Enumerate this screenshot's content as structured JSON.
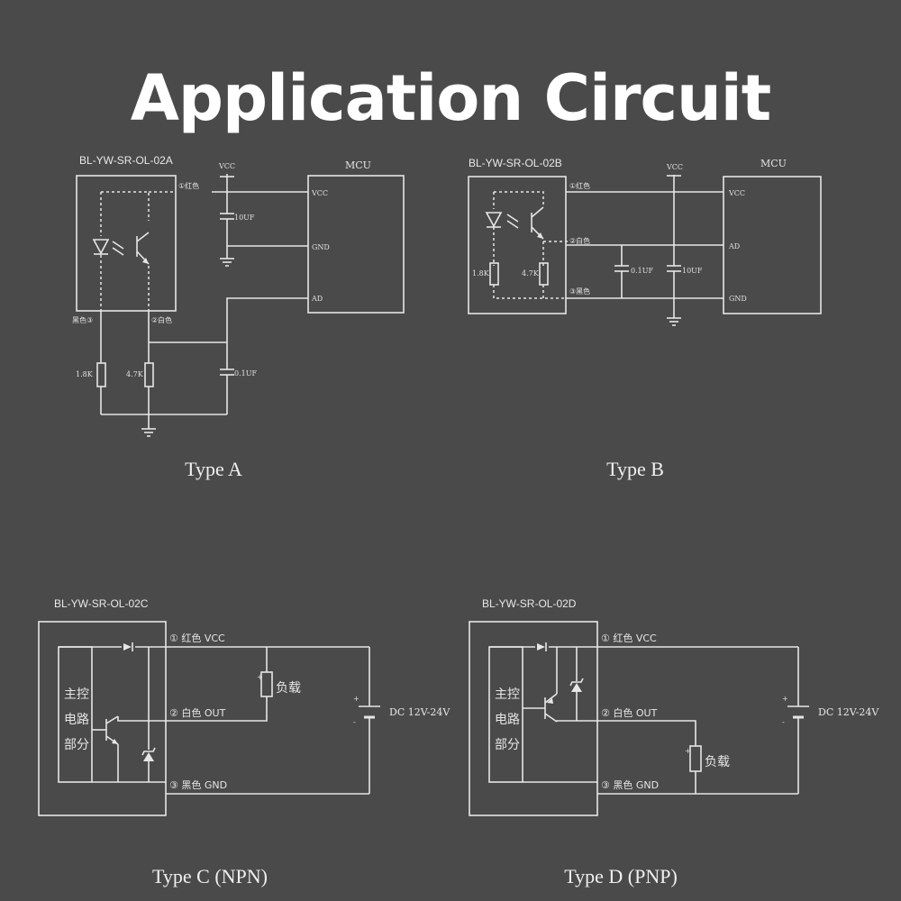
{
  "title": "Application Circuit",
  "circuits": {
    "a": {
      "model": "BL-YW-SR-OL-02A",
      "caption": "Type A",
      "vcc": "VCC",
      "mcu": "MCU",
      "pins": {
        "vcc": "VCC",
        "gnd": "GND",
        "ad": "AD"
      },
      "wires": {
        "red": "①红色",
        "white": "②白色",
        "black": "黑色③"
      },
      "components": {
        "c_big": "10UF",
        "c_small": "0.1UF",
        "r1": "1.8K",
        "r2": "4.7K"
      }
    },
    "b": {
      "model": "BL-YW-SR-OL-02B",
      "caption": "Type B",
      "vcc": "VCC",
      "mcu": "MCU",
      "pins": {
        "vcc": "VCC",
        "ad": "AD",
        "gnd": "GND"
      },
      "wires": {
        "red": "①红色",
        "white": "②白色",
        "black": "③黑色"
      },
      "components": {
        "c_small": "0.1UF",
        "c_big": "10UF",
        "r1": "1.8K",
        "r2": "4.7K"
      }
    },
    "c": {
      "model": "BL-YW-SR-OL-02C",
      "caption": "Type C (NPN)",
      "block": [
        "主控",
        "电路",
        "部分"
      ],
      "wires": {
        "red": "① 红色 VCC",
        "white": "② 白色 OUT",
        "black": "③ 黑色 GND"
      },
      "load": "负载",
      "supply": "DC 12V-24V"
    },
    "d": {
      "model": "BL-YW-SR-OL-02D",
      "caption": "Type D (PNP)",
      "block": [
        "主控",
        "电路",
        "部分"
      ],
      "wires": {
        "red": "① 红色 VCC",
        "white": "② 白色 OUT",
        "black": "③ 黑色 GND"
      },
      "load": "负载",
      "supply": "DC 12V-24V"
    }
  }
}
